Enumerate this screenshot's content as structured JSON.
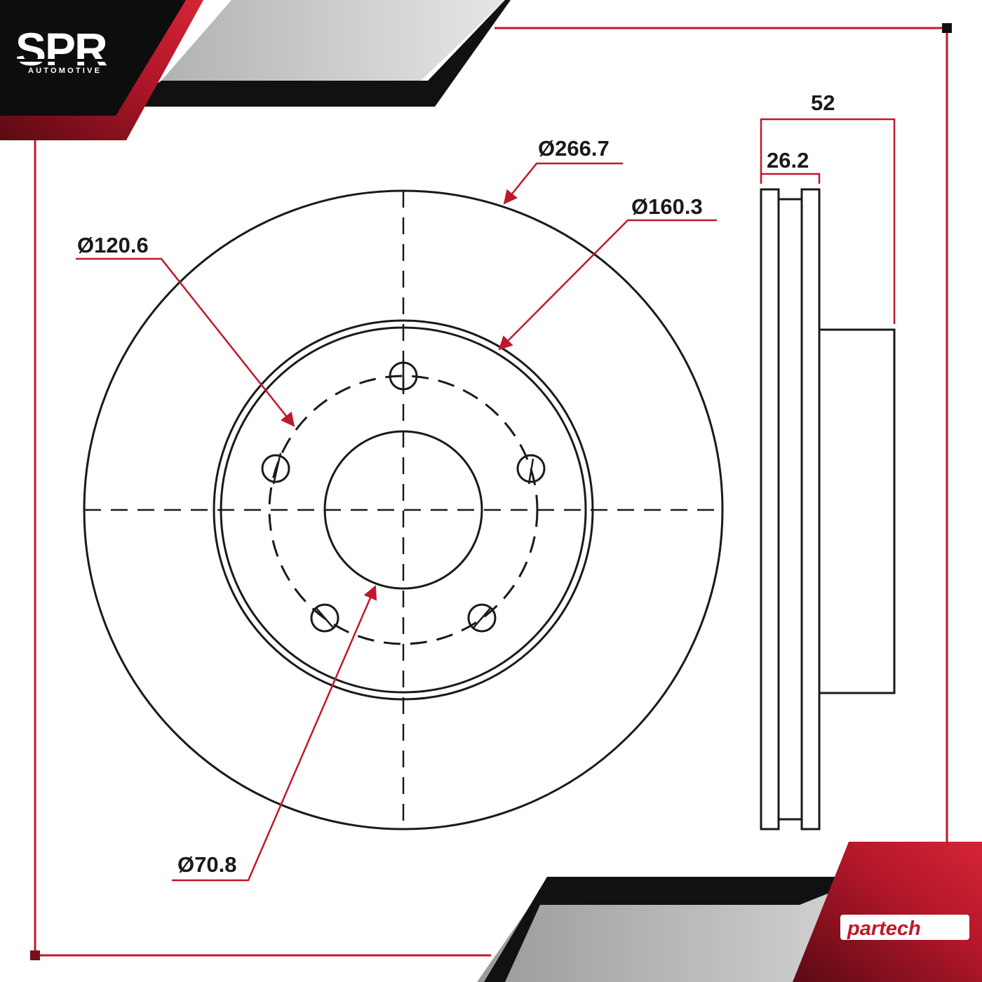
{
  "branding": {
    "top_logo": "SPR",
    "top_logo_sub": "AUTOMOTIVE",
    "bottom_logo": "partech"
  },
  "dimensions": {
    "outer_diameter": "Ø266.7",
    "hat_diameter": "Ø160.3",
    "bolt_circle": "Ø120.6",
    "center_bore": "Ø70.8",
    "overall_height": "52",
    "thickness": "26.2"
  },
  "colors": {
    "accent_red": "#c0182a",
    "dark": "#111111",
    "line": "#1a1a1a",
    "gray_band": "#cfcfcf"
  }
}
